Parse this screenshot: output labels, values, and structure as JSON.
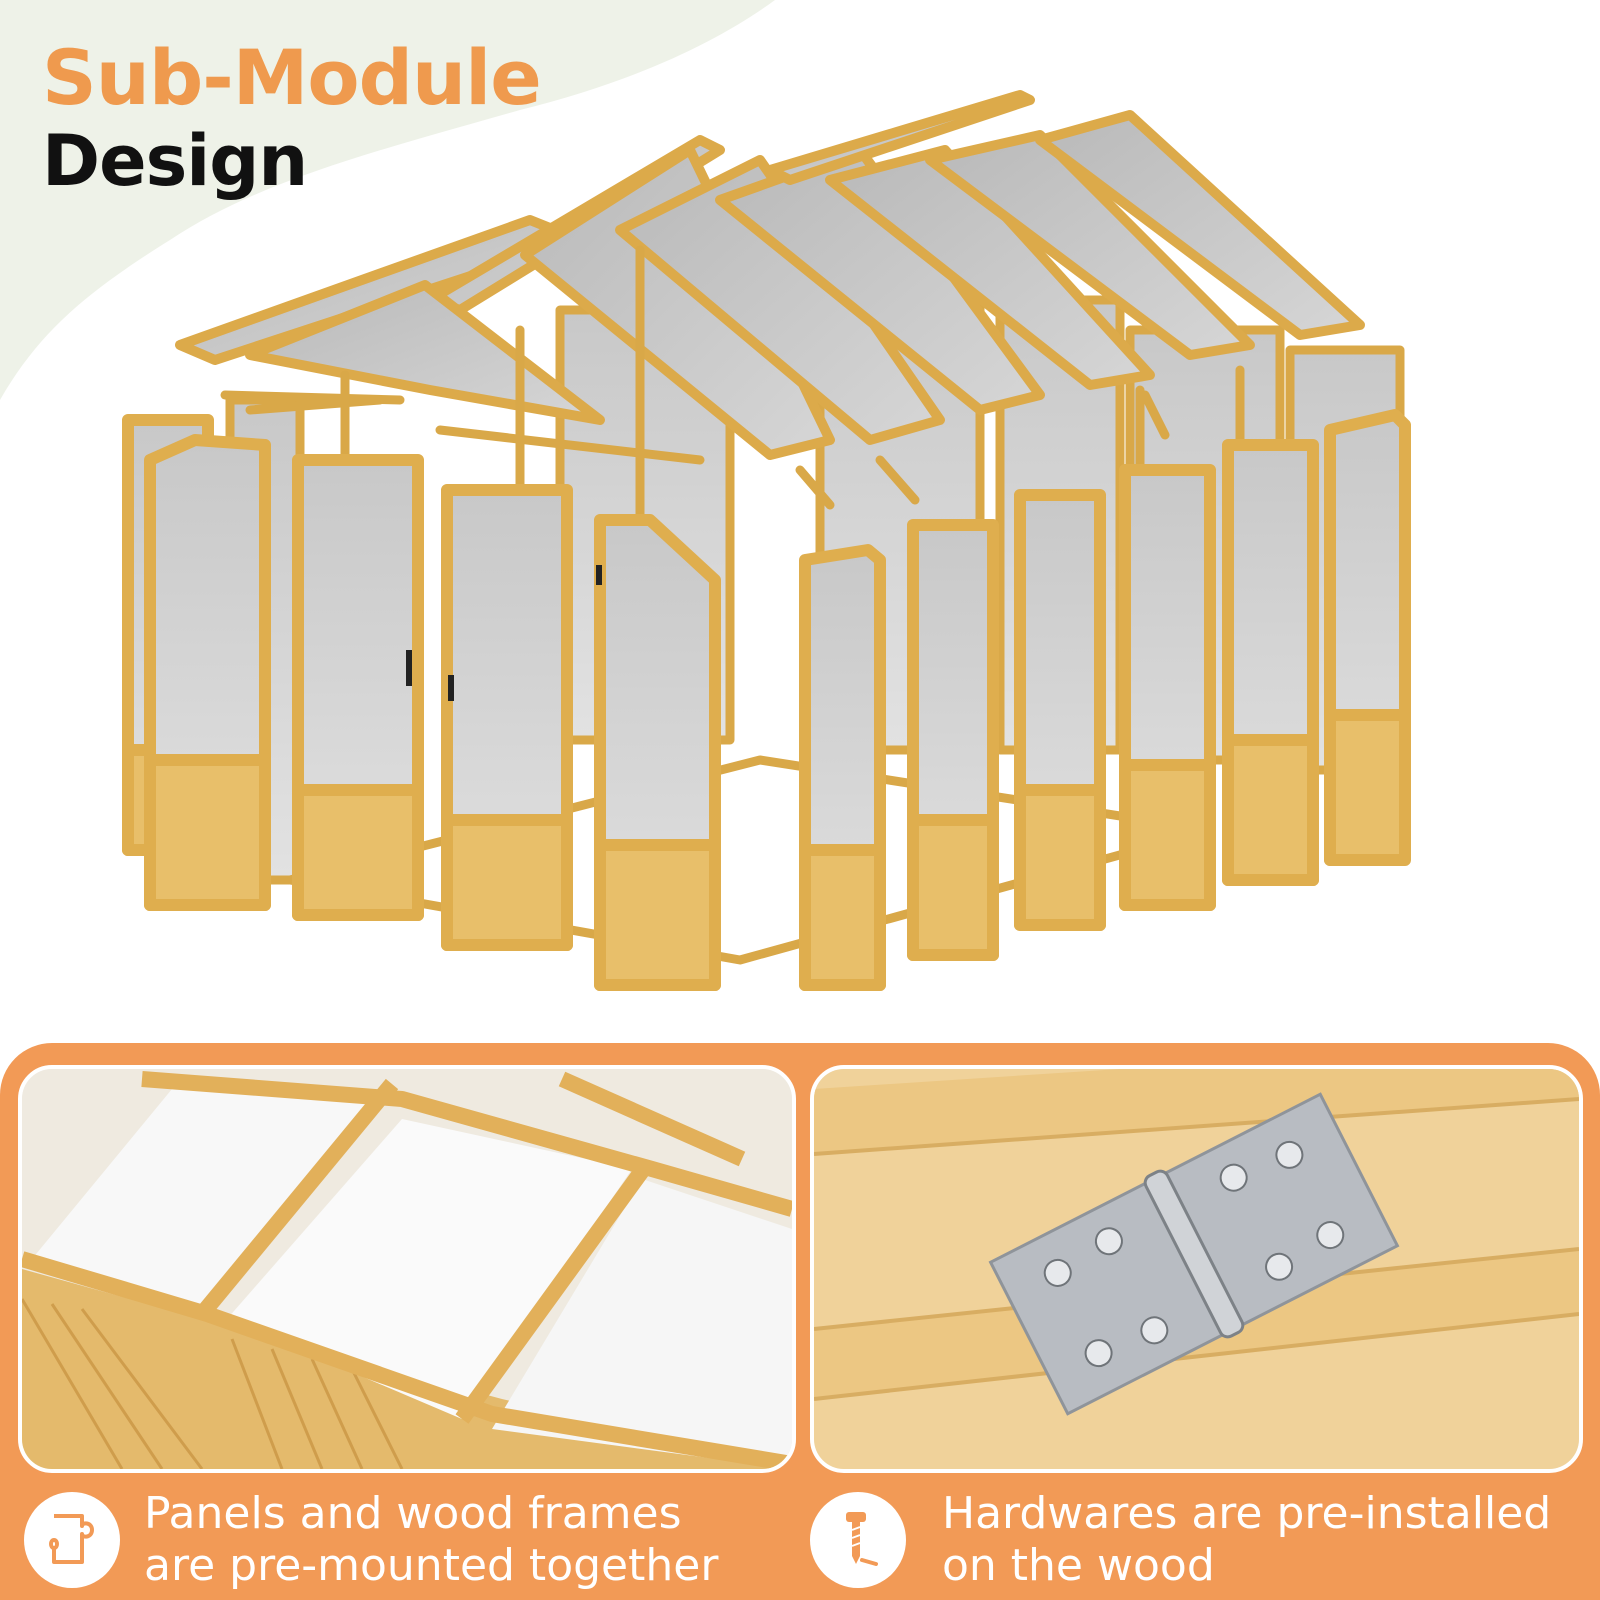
{
  "heading": {
    "line1": "Sub-Module",
    "line2": "Design"
  },
  "colors": {
    "accent_orange": "#ef9a4e",
    "panel_orange": "#f29a56",
    "wood": "#e6b95c",
    "wood_dark": "#c9922f",
    "blob_green": "#eef2e8"
  },
  "features": [
    {
      "icon": "puzzle-piece-icon",
      "line1": "Panels and wood frames",
      "line2": "are pre-mounted together"
    },
    {
      "icon": "screw-icon",
      "line1": "Hardwares are pre-installed",
      "line2": "on the wood"
    }
  ]
}
